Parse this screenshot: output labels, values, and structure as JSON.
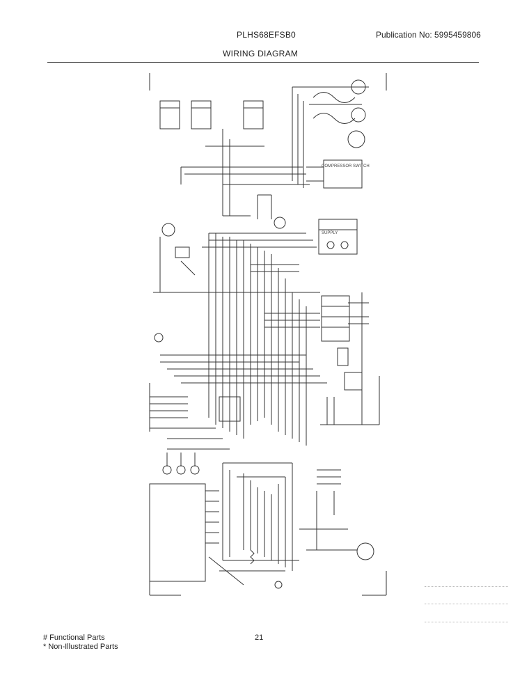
{
  "header": {
    "model": "PLHS68EFSB0",
    "publication": "Publication No:  5995459806",
    "title": "WIRING DIAGRAM"
  },
  "diagram": {
    "labels": {
      "compressor_switch": "COMPRESSOR SWITCH",
      "supply": "SUPPLY"
    }
  },
  "footer": {
    "functional": "# Functional Parts",
    "non_illustrated": "* Non-Illustrated Parts",
    "page": "21"
  }
}
